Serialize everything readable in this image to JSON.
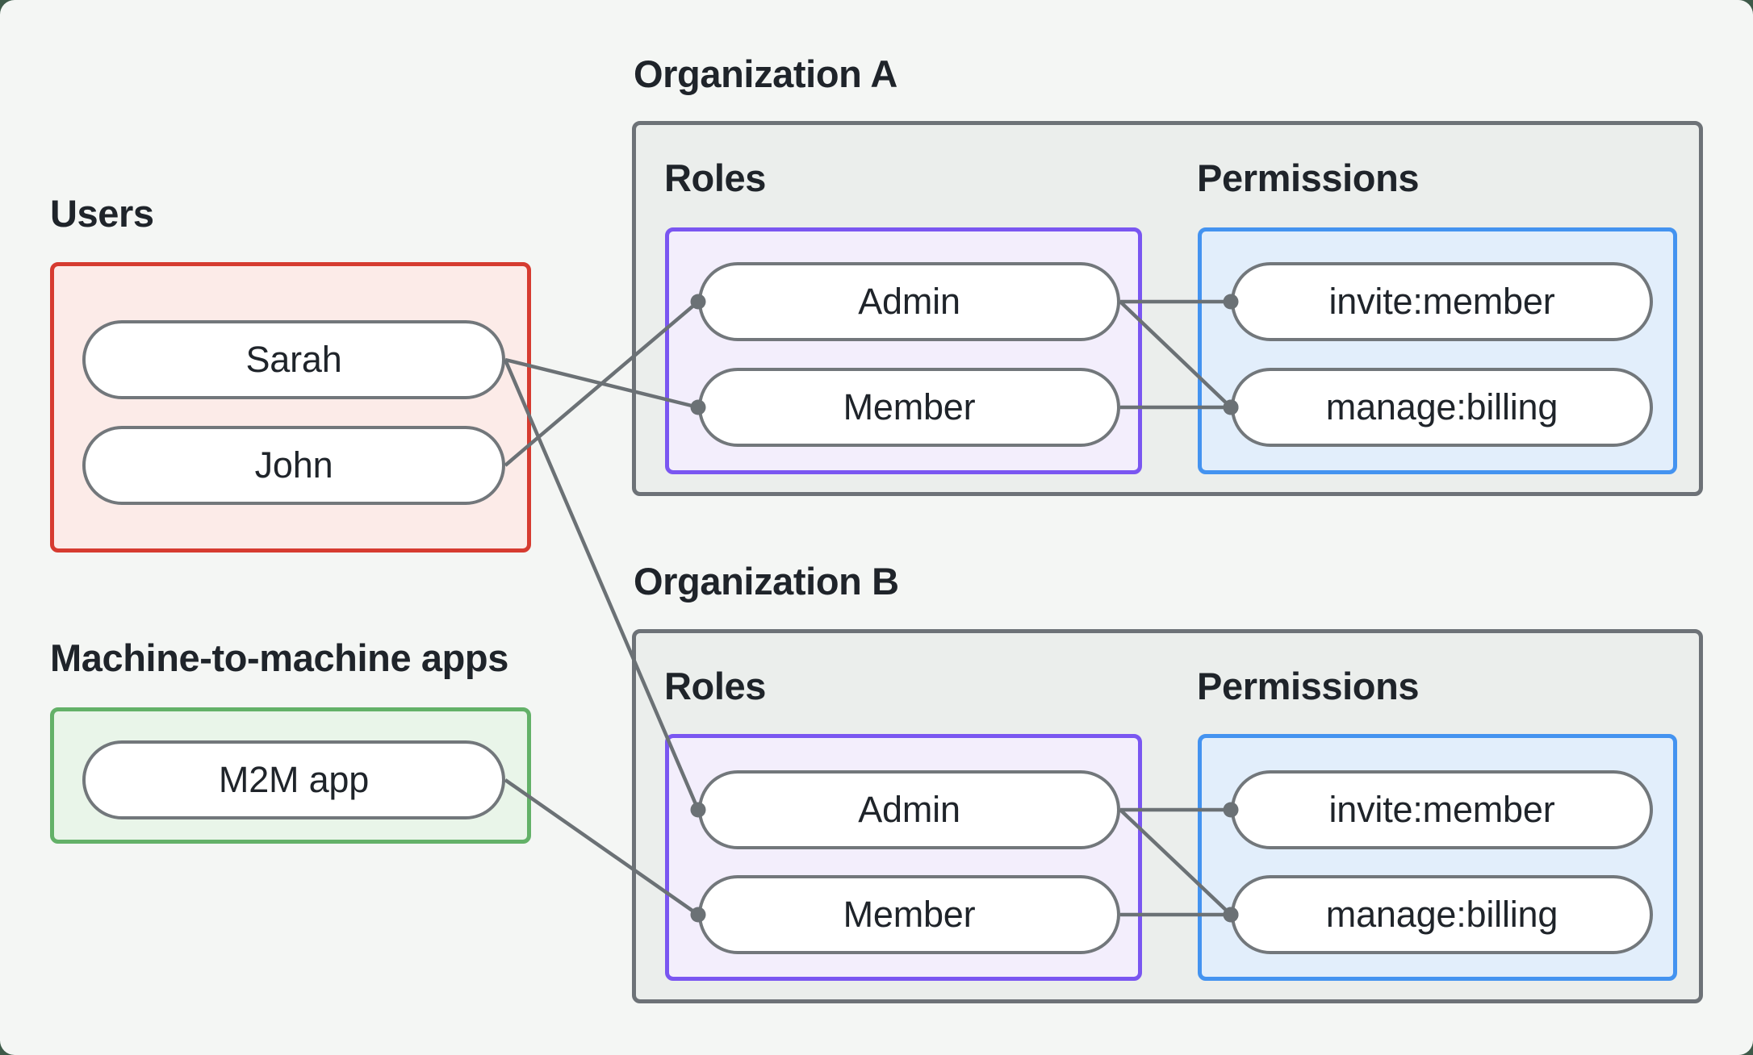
{
  "colors": {
    "outer-bg": "#3e5a49",
    "page-bg": "#f4f6f4",
    "text": "#1f242a",
    "pill-bg": "#ffffff",
    "pill-border": "#72777b",
    "connector": "#6b7175",
    "org-bg": "#ebeeec",
    "org-border": "#6d7277",
    "users-border": "#d63b30",
    "users-bg": "#fcebe8",
    "m2m-border": "#63b168",
    "m2m-bg": "#e9f5e9",
    "roles-border": "#7a56f1",
    "roles-bg": "#f3eefc",
    "perms-border": "#4493f0",
    "perms-bg": "#e2eefb"
  },
  "left_column": {
    "users": {
      "label": "Users",
      "items": [
        {
          "id": "sarah",
          "label": "Sarah"
        },
        {
          "id": "john",
          "label": "John"
        }
      ]
    },
    "m2m": {
      "label": "Machine-to-machine apps",
      "items": [
        {
          "id": "m2m-app",
          "label": "M2M app"
        }
      ]
    }
  },
  "organizations": [
    {
      "id": "org-a",
      "title": "Organization A",
      "roles": {
        "label": "Roles",
        "items": [
          {
            "id": "orgA-admin",
            "label": "Admin"
          },
          {
            "id": "orgA-member",
            "label": "Member"
          }
        ]
      },
      "permissions": {
        "label": "Permissions",
        "items": [
          {
            "id": "orgA-invite",
            "label": "invite:member"
          },
          {
            "id": "orgA-billing",
            "label": "manage:billing"
          }
        ]
      }
    },
    {
      "id": "org-b",
      "title": "Organization B",
      "roles": {
        "label": "Roles",
        "items": [
          {
            "id": "orgB-admin",
            "label": "Admin"
          },
          {
            "id": "orgB-member",
            "label": "Member"
          }
        ]
      },
      "permissions": {
        "label": "Permissions",
        "items": [
          {
            "id": "orgB-invite",
            "label": "invite:member"
          },
          {
            "id": "orgB-billing",
            "label": "manage:billing"
          }
        ]
      }
    }
  ],
  "edges": [
    {
      "from": "sarah",
      "to": "orgA-member"
    },
    {
      "from": "john",
      "to": "orgA-admin"
    },
    {
      "from": "sarah",
      "to": "orgB-admin"
    },
    {
      "from": "m2m-app",
      "to": "orgB-member"
    },
    {
      "from": "orgA-admin",
      "to": "orgA-invite"
    },
    {
      "from": "orgA-admin",
      "to": "orgA-billing"
    },
    {
      "from": "orgA-member",
      "to": "orgA-billing"
    },
    {
      "from": "orgB-admin",
      "to": "orgB-invite"
    },
    {
      "from": "orgB-admin",
      "to": "orgB-billing"
    },
    {
      "from": "orgB-member",
      "to": "orgB-billing"
    }
  ],
  "edge_style": {
    "line_width": 4.5,
    "dot_radius": 9.5
  }
}
